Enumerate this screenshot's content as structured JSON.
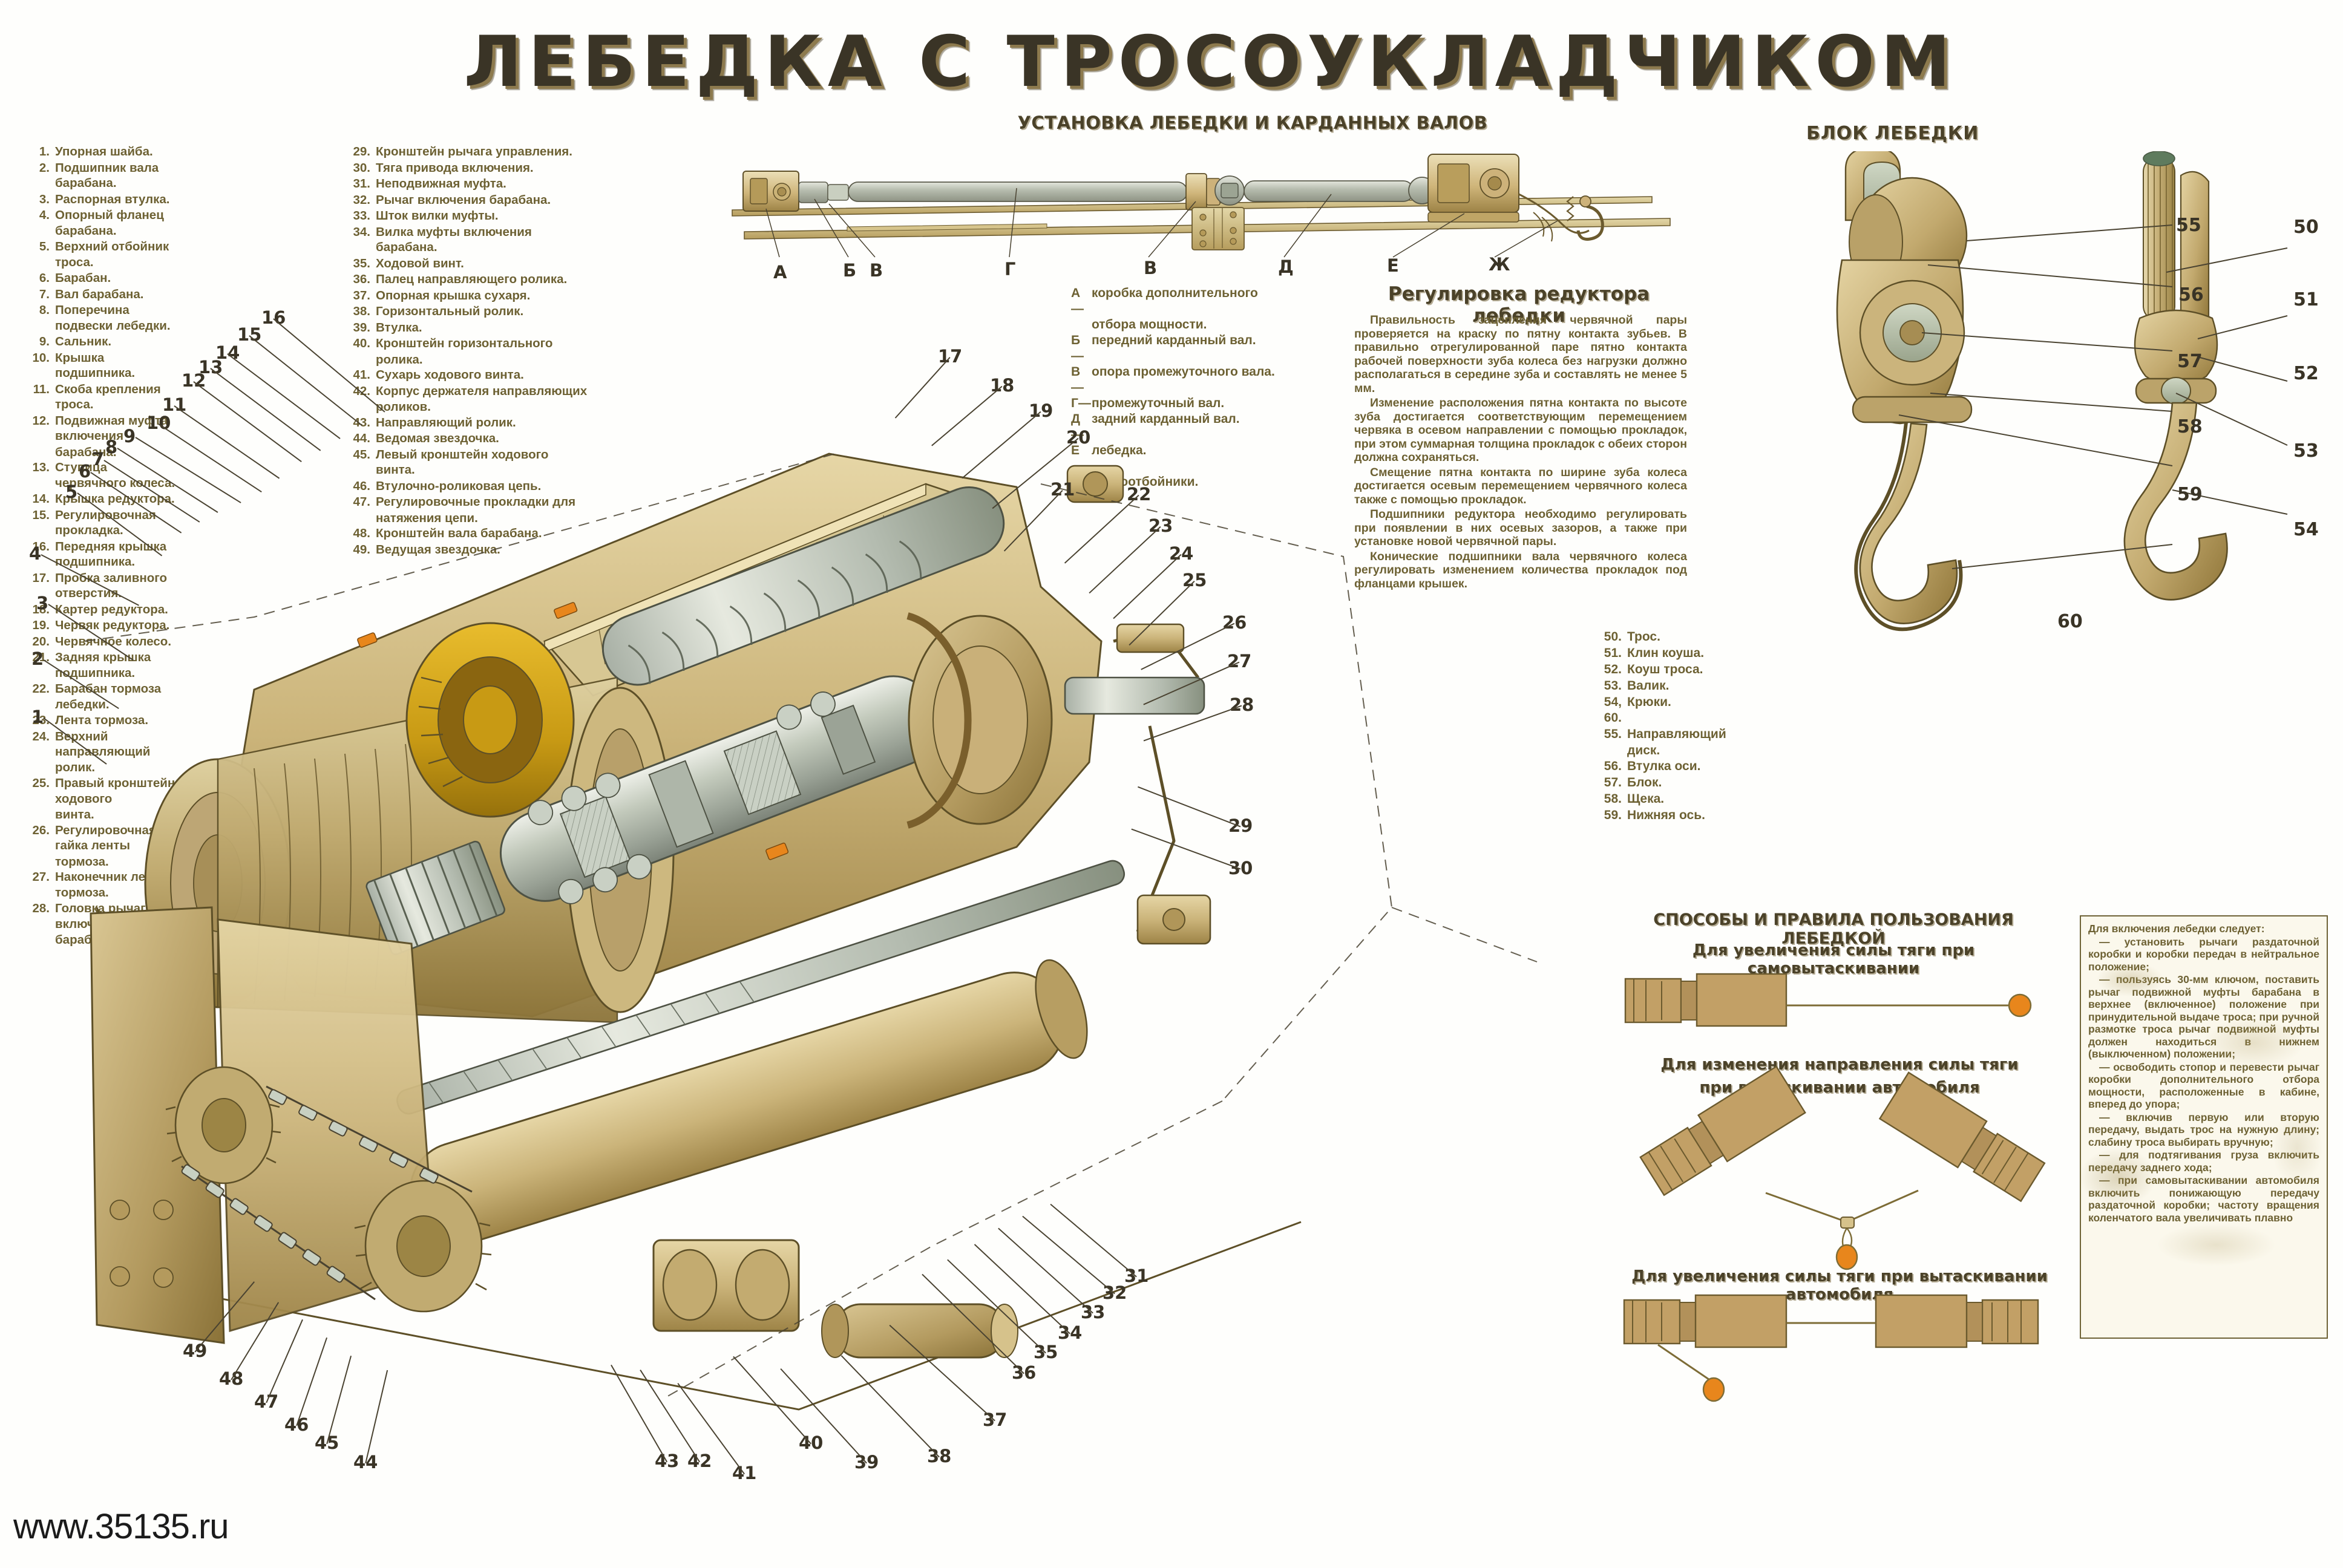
{
  "title": "ЛЕБЕДКА  С  ТРОСОУКЛАДЧИКОМ",
  "watermark": "www.35135.ru",
  "sections": {
    "install_title": "УСТАНОВКА ЛЕБЕДКИ И КАРДАННЫХ ВАЛОВ",
    "block_title": "БЛОК ЛЕБЕДКИ",
    "adjust_title": "Регулировка редуктора лебедки",
    "usage_title": "СПОСОБЫ И ПРАВИЛА ПОЛЬЗОВАНИЯ ЛЕБЕДКОЙ",
    "usage_sub1": "Для увеличения силы тяги при самовытаскивании",
    "usage_sub2_l1": "Для изменения направления силы тяги",
    "usage_sub2_l2": "при вытаскивании автомобиля",
    "usage_sub3": "Для увеличения силы тяги при вытаскивании автомобиля"
  },
  "legend_col1": [
    {
      "n": "1.",
      "t": "Упорная шайба."
    },
    {
      "n": "2.",
      "t": "Подшипник вала барабана."
    },
    {
      "n": "3.",
      "t": "Распорная втулка."
    },
    {
      "n": "4.",
      "t": "Опорный фланец барабана."
    },
    {
      "n": "5.",
      "t": "Верхний отбойник троса."
    },
    {
      "n": "6.",
      "t": "Барабан."
    },
    {
      "n": "7.",
      "t": "Вал барабана."
    },
    {
      "n": "8.",
      "t": "Поперечина подвески лебедки."
    },
    {
      "n": "9.",
      "t": "Сальник."
    },
    {
      "n": "10.",
      "t": "Крышка подшипника."
    },
    {
      "n": "11.",
      "t": "Скоба крепления троса."
    },
    {
      "n": "12.",
      "t": "Подвижная муфта включения",
      "c": "барабана."
    },
    {
      "n": "13.",
      "t": "Ступица червячного колеса."
    },
    {
      "n": "14.",
      "t": "Крышка редуктора."
    },
    {
      "n": "15.",
      "t": "Регулировочная прокладка."
    },
    {
      "n": "16.",
      "t": "Передняя крышка подшипника."
    },
    {
      "n": "17.",
      "t": "Пробка заливного отверстия."
    },
    {
      "n": "18.",
      "t": "Картер редуктора."
    },
    {
      "n": "19.",
      "t": "Червяк редуктора."
    },
    {
      "n": "20.",
      "t": "Червячное колесо."
    },
    {
      "n": "21.",
      "t": "Задняя крышка подшипника."
    },
    {
      "n": "22.",
      "t": "Барабан тормоза лебедки."
    },
    {
      "n": "23.",
      "t": "Лента тормоза."
    },
    {
      "n": "24.",
      "t": "Верхний направляющий ролик."
    },
    {
      "n": "25.",
      "t": "Правый кронштейн ходового",
      "c": "винта."
    },
    {
      "n": "26.",
      "t": "Регулировочная гайка ленты",
      "c": "тормоза."
    },
    {
      "n": "27.",
      "t": "Наконечник ленты тормоза."
    },
    {
      "n": "28.",
      "t": "Головка рычага включения",
      "c": "барабана."
    }
  ],
  "legend_col2": [
    {
      "n": "29.",
      "t": "Кронштейн рычага управления."
    },
    {
      "n": "30.",
      "t": "Тяга привода включения."
    },
    {
      "n": "31.",
      "t": "Неподвижная муфта."
    },
    {
      "n": "32.",
      "t": "Рычаг включения барабана."
    },
    {
      "n": "33.",
      "t": "Шток вилки муфты."
    },
    {
      "n": "34.",
      "t": "Вилка муфты включения барабана."
    },
    {
      "n": "35.",
      "t": "Ходовой винт."
    },
    {
      "n": "36.",
      "t": "Палец направляющего ролика."
    },
    {
      "n": "37.",
      "t": "Опорная крышка сухаря."
    },
    {
      "n": "38.",
      "t": "Горизонтальный ролик."
    },
    {
      "n": "39.",
      "t": "Втулка."
    },
    {
      "n": "40.",
      "t": "Кронштейн горизонтального",
      "c": "ролика."
    },
    {
      "n": "41.",
      "t": "Сухарь ходового винта."
    },
    {
      "n": "42.",
      "t": "Корпус держателя направляющих",
      "c": "роликов."
    },
    {
      "n": "43.",
      "t": "Направляющий ролик."
    },
    {
      "n": "44.",
      "t": "Ведомая звездочка."
    },
    {
      "n": "45.",
      "t": "Левый кронштейн ходового винта."
    },
    {
      "n": "46.",
      "t": "Втулочно-роликовая цепь."
    },
    {
      "n": "47.",
      "t": "Регулировочные прокладки для",
      "c": "натяжения цепи."
    },
    {
      "n": "48.",
      "t": "Кронштейн вала барабана."
    },
    {
      "n": "49.",
      "t": "Ведущая звездочка."
    }
  ],
  "legend_block": [
    {
      "n": "50.",
      "t": "Трос."
    },
    {
      "n": "51.",
      "t": "Клин коуша."
    },
    {
      "n": "52.",
      "t": "Коуш троса."
    },
    {
      "n": "53.",
      "t": "Валик."
    },
    {
      "n": "54, 60.",
      "t": "Крюки."
    },
    {
      "n": "55.",
      "t": "Направляющий",
      "c": "диск."
    },
    {
      "n": "56.",
      "t": "Втулка оси."
    },
    {
      "n": "57.",
      "t": "Блок."
    },
    {
      "n": "58.",
      "t": "Щека."
    },
    {
      "n": "59.",
      "t": "Нижняя ось."
    }
  ],
  "abc_legend": [
    {
      "k": "А—",
      "v": "коробка дополнительного",
      "c": "отбора мощности."
    },
    {
      "k": "Б—",
      "v": "передний карданный вал."
    },
    {
      "k": "В—",
      "v": "опора промежуточного вала."
    },
    {
      "k": "Г—",
      "v": "промежуточный вал."
    },
    {
      "k": "Д—",
      "v": "задний карданный вал."
    },
    {
      "k": "Е—",
      "v": "лебедка."
    },
    {
      "k": "Ж—",
      "v": "тросоотбойники."
    }
  ],
  "adjust_paragraphs": [
    "Правильность зацепления червячной пары проверяется на краску по пятну контакта зубьев. В правильно отрегулированной паре пятно контакта рабочей поверхности зуба колеса без нагрузки должно располагаться в середине зуба и составлять не менее 5 мм.",
    "Изменение расположения пятна контакта по высоте зуба достигается соответствующим перемещением червяка в осевом направлении с помощью прокладок, при этом суммарная толщина прокладок с обеих сторон должна сохраняться.",
    "Смещение пятна контакта по ширине зуба колеса достигается осевым перемещением червячного колеса также с помощью прокладок.",
    "Подшипники редуктора необходимо регулировать при появлении в них осевых зазоров, а также при установке новой червячной пары.",
    "Конические подшипники вала червячного колеса регулировать изменением количества прокладок под фланцами крышек."
  ],
  "instruction_box": {
    "intro": "Для включения лебедки следует:",
    "items": [
      "— установить рычаги раздаточной коробки и коробки передач в нейтральное положение;",
      "— пользуясь 30-мм ключом, поставить рычаг подвижной муфты барабана в верхнее (включенное) положение при принудительной выдаче троса; при ручной размотке троса рычаг подвижной муфты должен находиться в нижнем (выключенном) положении;",
      "— освободить стопор и перевести рычаг коробки дополнительного отбора мощности, расположенные в кабине, вперед до упора;",
      "— включив первую или вторую передачу, выдать трос на нужную длину; слабину троса выбирать вручную;",
      "— для подтягивания груза включить передачу заднего хода;",
      "— при самовытаскивании автомобиля включить понижающую передачу раздаточной коробки; частоту вращения коленчатого вала увеличивать плавно"
    ]
  },
  "shaft_labels": [
    "А",
    "Б",
    "В",
    "Г",
    "В",
    "Д",
    "Е",
    "Ж"
  ],
  "main_callouts": [
    "1",
    "2",
    "3",
    "4",
    "5",
    "6",
    "7",
    "8",
    "9",
    "10",
    "11",
    "12",
    "13",
    "14",
    "15",
    "16",
    "17",
    "18",
    "19",
    "20",
    "21",
    "22",
    "23",
    "24",
    "25",
    "26",
    "27",
    "28",
    "29",
    "30",
    "31",
    "32",
    "33",
    "34",
    "35",
    "36",
    "37",
    "38",
    "39",
    "40",
    "41",
    "42",
    "43",
    "44",
    "45",
    "46",
    "47",
    "48",
    "49"
  ],
  "block_callouts": [
    "50",
    "51",
    "52",
    "53",
    "54",
    "55",
    "56",
    "57",
    "58",
    "59",
    "60"
  ],
  "colors": {
    "paper": "#fdfdfb",
    "ink_text": "#6d6133",
    "ink_heading": "#4b4229",
    "title_dark": "#3a3426",
    "title_shadow": "#8d7a4e",
    "metal_grey": "#b9c2b7",
    "brass": "#c8a96a",
    "tan": "#d8c392",
    "dark_tan": "#9e8447",
    "orange": "#e8861c",
    "gold": "#d6a820",
    "outline": "#4a4331"
  }
}
